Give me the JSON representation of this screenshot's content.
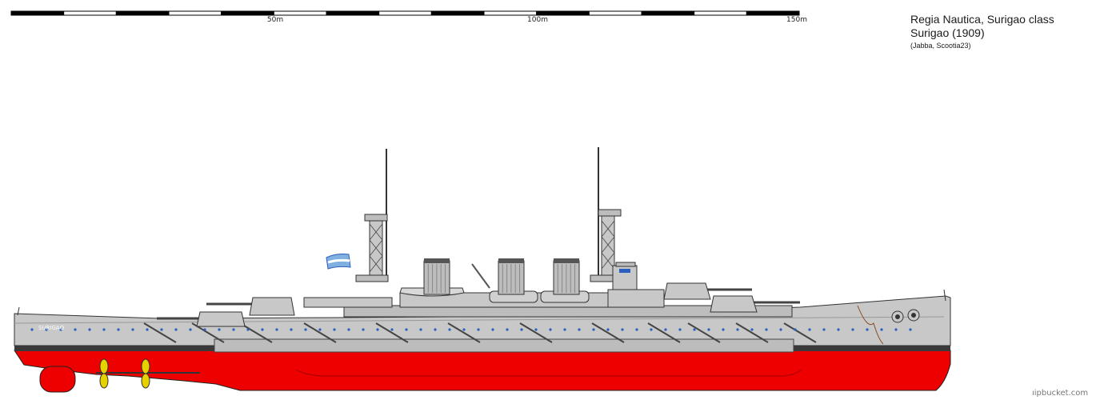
{
  "scale": {
    "labels": [
      "50m",
      "100m",
      "150m"
    ],
    "colors": {
      "dark": "#000000",
      "light": "#ffffff"
    }
  },
  "title": {
    "class_line": "Regia Nautica, Surigao class",
    "ship_line": "Surigao (1909)",
    "credits": "(Jabba, Scootia23)"
  },
  "hull_name": "SURIGAO",
  "watermark": "ıipbucket.com",
  "colors": {
    "hull_gray": "#c8c8c8",
    "superstructure_gray": "#bdbdbd",
    "dark_gray": "#8a8a8a",
    "red_underwater": "#ee0000",
    "boot_top": "#3a3a3a",
    "propeller": "#e6d200",
    "porthole": "#2a5fc0"
  }
}
